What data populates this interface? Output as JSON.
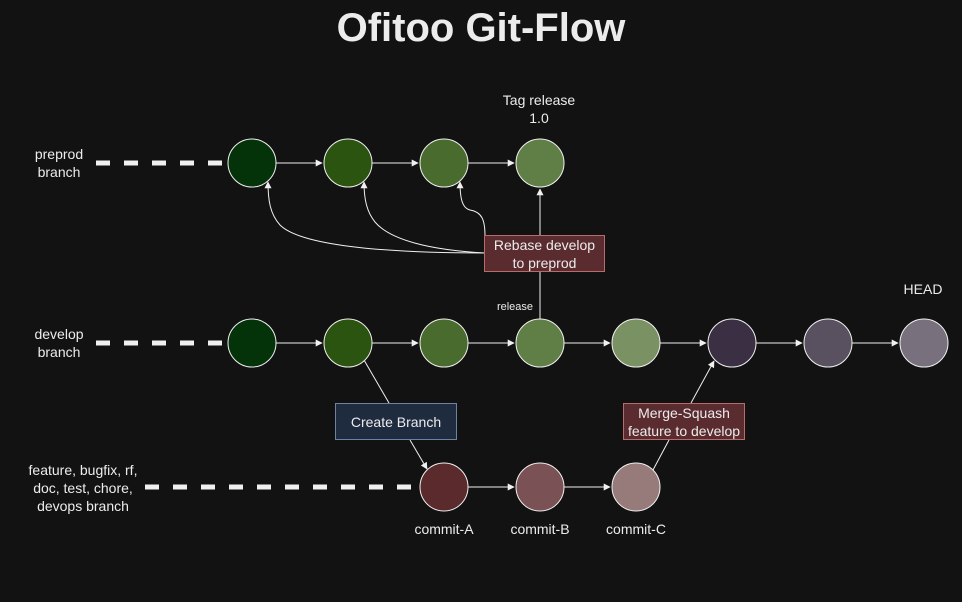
{
  "title": "Ofitoo Git-Flow",
  "colors": {
    "background": "#121212",
    "stroke": "#f0f0f0",
    "red_box_fill": "#5a2b2f",
    "red_box_border": "#b86b6b",
    "blue_box_fill": "#1f2b3f",
    "blue_box_border": "#6d81a0"
  },
  "branches": {
    "preprod": "preprod\nbranch",
    "develop": "develop\nbranch",
    "feature": "feature, bugfix, rf,\ndoc, test, chore,\ndevops branch"
  },
  "labels": {
    "tag_release": "Tag release\n1.0",
    "head": "HEAD",
    "release": "release",
    "commit_a": "commit-A",
    "commit_b": "commit-B",
    "commit_c": "commit-C"
  },
  "boxes": {
    "rebase": "Rebase develop\nto preprod",
    "create_branch": "Create Branch",
    "merge_squash": "Merge-Squash\nfeature to develop"
  },
  "nodes": {
    "preprod": [
      "#04330a",
      "#2b5410",
      "#4a6b2e",
      "#5f7f47"
    ],
    "develop": [
      "#04330a",
      "#2b5410",
      "#4a6b2e",
      "#5f7f47",
      "#7a9163",
      "#3b2f44",
      "#5a5160",
      "#78717d"
    ],
    "feature": [
      "#5a2a2c",
      "#7a5256",
      "#977b7b"
    ]
  }
}
